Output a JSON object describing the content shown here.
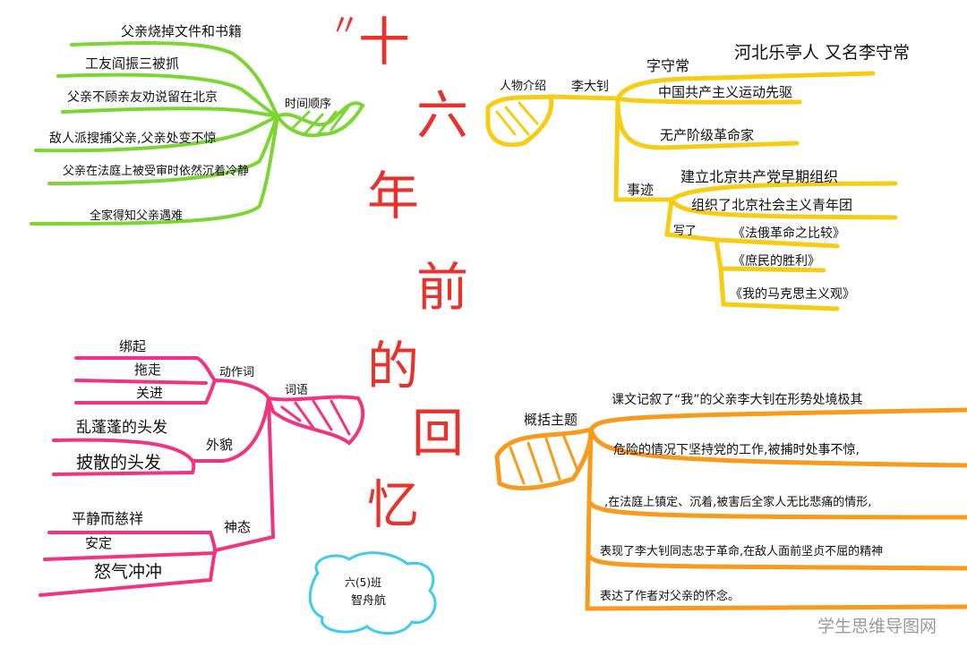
{
  "title": {
    "quote_mark": "〃",
    "chars": [
      "十",
      "六",
      "年",
      "前",
      "的",
      "回",
      "忆"
    ]
  },
  "colors": {
    "green": "#7cd631",
    "yellow": "#f7cc12",
    "pink": "#f2347f",
    "orange": "#f89a1c",
    "title": "#e8322b",
    "cloud": "#3fcbea"
  },
  "green_branch": {
    "label": "时间顺序",
    "items": [
      "父亲烧掉文件和书籍",
      "工友阎振三被抓",
      "父亲不顾亲友劝说留在北京",
      "敌人派搜捕父亲,父亲处变不惊",
      "父亲在法庭上被受审时依然沉着冷静",
      "全家得知父亲遇难"
    ]
  },
  "yellow_branch": {
    "label": "人物介绍",
    "name": "李大钊",
    "courtesy": "字守常",
    "courtesy_detail": "河北乐亭人 又名李守常",
    "roles": [
      "中国共产主义运动先驱",
      "无产阶级革命家"
    ],
    "deeds_label": "事迹",
    "deeds": [
      "建立北京共产党早期组织",
      "组织了北京社会主义青年团"
    ],
    "wrote_label": "写了",
    "works": [
      "《法俄革命之比较》",
      "《庶民的胜利》",
      "《我的马克思主义观》"
    ]
  },
  "pink_branch": {
    "label": "词语",
    "groups": [
      {
        "label": "动作词",
        "items": [
          "绑起",
          "拖走",
          "关进"
        ]
      },
      {
        "label": "外貌",
        "items": [
          "乱蓬蓬的头发",
          "披散的头发"
        ]
      },
      {
        "label": "神态",
        "items": [
          "平静而慈祥",
          "安定",
          "怒气冲冲"
        ]
      }
    ]
  },
  "orange_branch": {
    "label": "概括主题",
    "lines": [
      "课文记叙了“我”的父亲李大钊在形势处境极其",
      "危险的情况下坚持党的工作,被捕时处事不惊,",
      ",在法庭上镇定、沉着,被害后全家人无比悲痛的情形,",
      "表现了李大钊同志忠于革命,在敌人面前坚贞不屈的精神",
      "表达了作者对父亲的怀念。"
    ]
  },
  "signature": {
    "class": "六(5)班",
    "name": "智舟航"
  },
  "watermark": "学生思维导图网"
}
